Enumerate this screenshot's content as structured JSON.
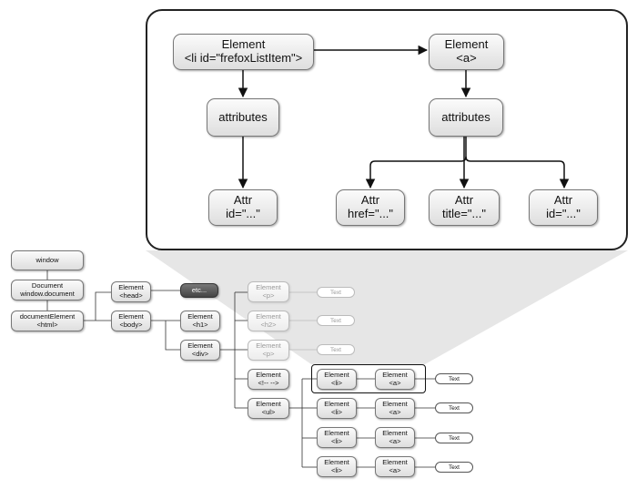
{
  "zoomed_view": {
    "li_element": {
      "line1": "Element",
      "line2": "<li id=\"frefoxListItem\">"
    },
    "a_element": {
      "line1": "Element",
      "line2": "<a>"
    },
    "li_attributes": "attributes",
    "a_attributes": "attributes",
    "li_attr_id": {
      "line1": "Attr",
      "line2": "id=\"...\""
    },
    "a_attr_href": {
      "line1": "Attr",
      "line2": "href=\"...\""
    },
    "a_attr_title": {
      "line1": "Attr",
      "line2": "title=\"...\""
    },
    "a_attr_id": {
      "line1": "Attr",
      "line2": "id=\"...\""
    }
  },
  "tree": {
    "window": "window",
    "document": {
      "line1": "Document",
      "line2": "window.document"
    },
    "document_element": {
      "line1": "documentElement",
      "line2": "<html>"
    },
    "head": {
      "line1": "Element",
      "line2": "<head>"
    },
    "etc": "etc...",
    "body": {
      "line1": "Element",
      "line2": "<body>"
    },
    "h1": {
      "line1": "Element",
      "line2": "<h1>"
    },
    "div": {
      "line1": "Element",
      "line2": "<div>"
    },
    "div_p1": {
      "line1": "Element",
      "line2": "<p>"
    },
    "div_h2": {
      "line1": "Element",
      "line2": "<h2>"
    },
    "div_p2": {
      "line1": "Element",
      "line2": "<p>"
    },
    "div_comment": {
      "line1": "Element",
      "line2": "<!-- -->"
    },
    "div_ul": {
      "line1": "Element",
      "line2": "<ul>"
    },
    "text_label": "Text",
    "list_items": [
      {
        "li": {
          "line1": "Element",
          "line2": "<li>"
        },
        "a": {
          "line1": "Element",
          "line2": "<a>"
        },
        "text": "Text"
      },
      {
        "li": {
          "line1": "Element",
          "line2": "<li>"
        },
        "a": {
          "line1": "Element",
          "line2": "<a>"
        },
        "text": "Text"
      },
      {
        "li": {
          "line1": "Element",
          "line2": "<li>"
        },
        "a": {
          "line1": "Element",
          "line2": "<a>"
        },
        "text": "Text"
      },
      {
        "li": {
          "line1": "Element",
          "line2": "<li>"
        },
        "a": {
          "line1": "Element",
          "line2": "<a>"
        },
        "text": "Text"
      }
    ]
  },
  "colors": {
    "zoom_cone": "#e6e6e6",
    "node_border": "#777777",
    "faded_text": "#999999",
    "etc_fill": "#555555"
  }
}
